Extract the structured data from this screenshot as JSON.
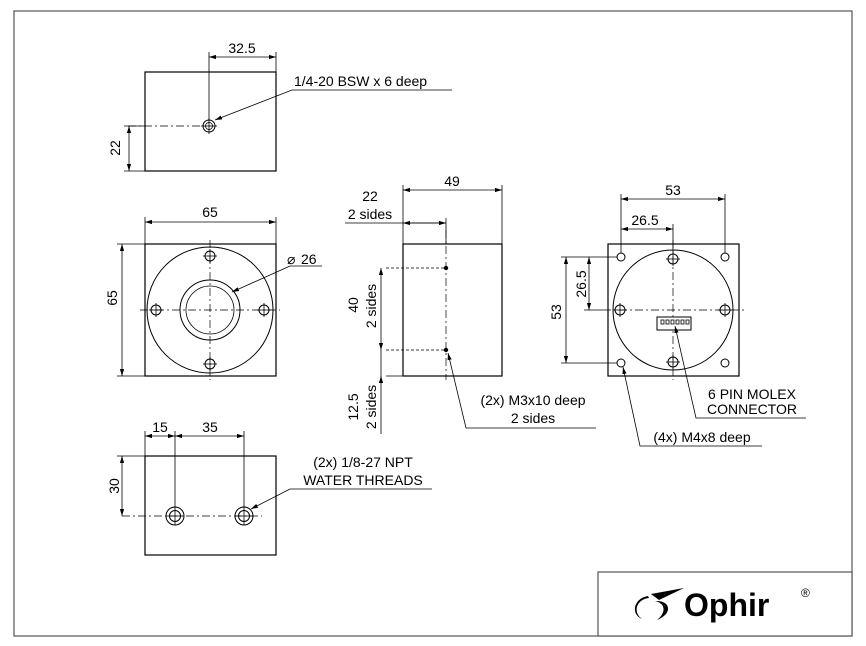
{
  "colors": {
    "line": "#000000",
    "background": "#ffffff",
    "frame": "#555555"
  },
  "views": {
    "top": {
      "width_dim": "32.5",
      "height_dim": "22",
      "thread_label": "1/4-20 BSW x 6 deep"
    },
    "front": {
      "width_dim": "65",
      "height_dim": "65",
      "diameter_dim": "26",
      "diameter_symbol": "⌀"
    },
    "side": {
      "width_dim": "49",
      "depth_dim": "22",
      "depth_note": "2 sides",
      "hole_spacing_dim": "40",
      "hole_spacing_note": "2 sides",
      "offset_dim": "12.5",
      "offset_note": "2 sides",
      "hole_label_line1": "(2x) M3x10 deep",
      "hole_label_line2": "2 sides"
    },
    "back": {
      "width_dim": "53",
      "half_width_dim": "26.5",
      "half_height_dim": "26.5",
      "height_dim": "53",
      "connector_line1": "6 PIN MOLEX",
      "connector_line2": "CONNECTOR",
      "mount_label": "(4x) M4x8 deep"
    },
    "bottom": {
      "offset_dim": "15",
      "spacing_dim": "35",
      "height_dim": "30",
      "water_line1": "(2x) 1/8-27 NPT",
      "water_line2": "WATER THREADS"
    }
  },
  "logo": {
    "text": "Ophir",
    "mark": "®",
    "icon": "ophir-swoosh-icon"
  }
}
